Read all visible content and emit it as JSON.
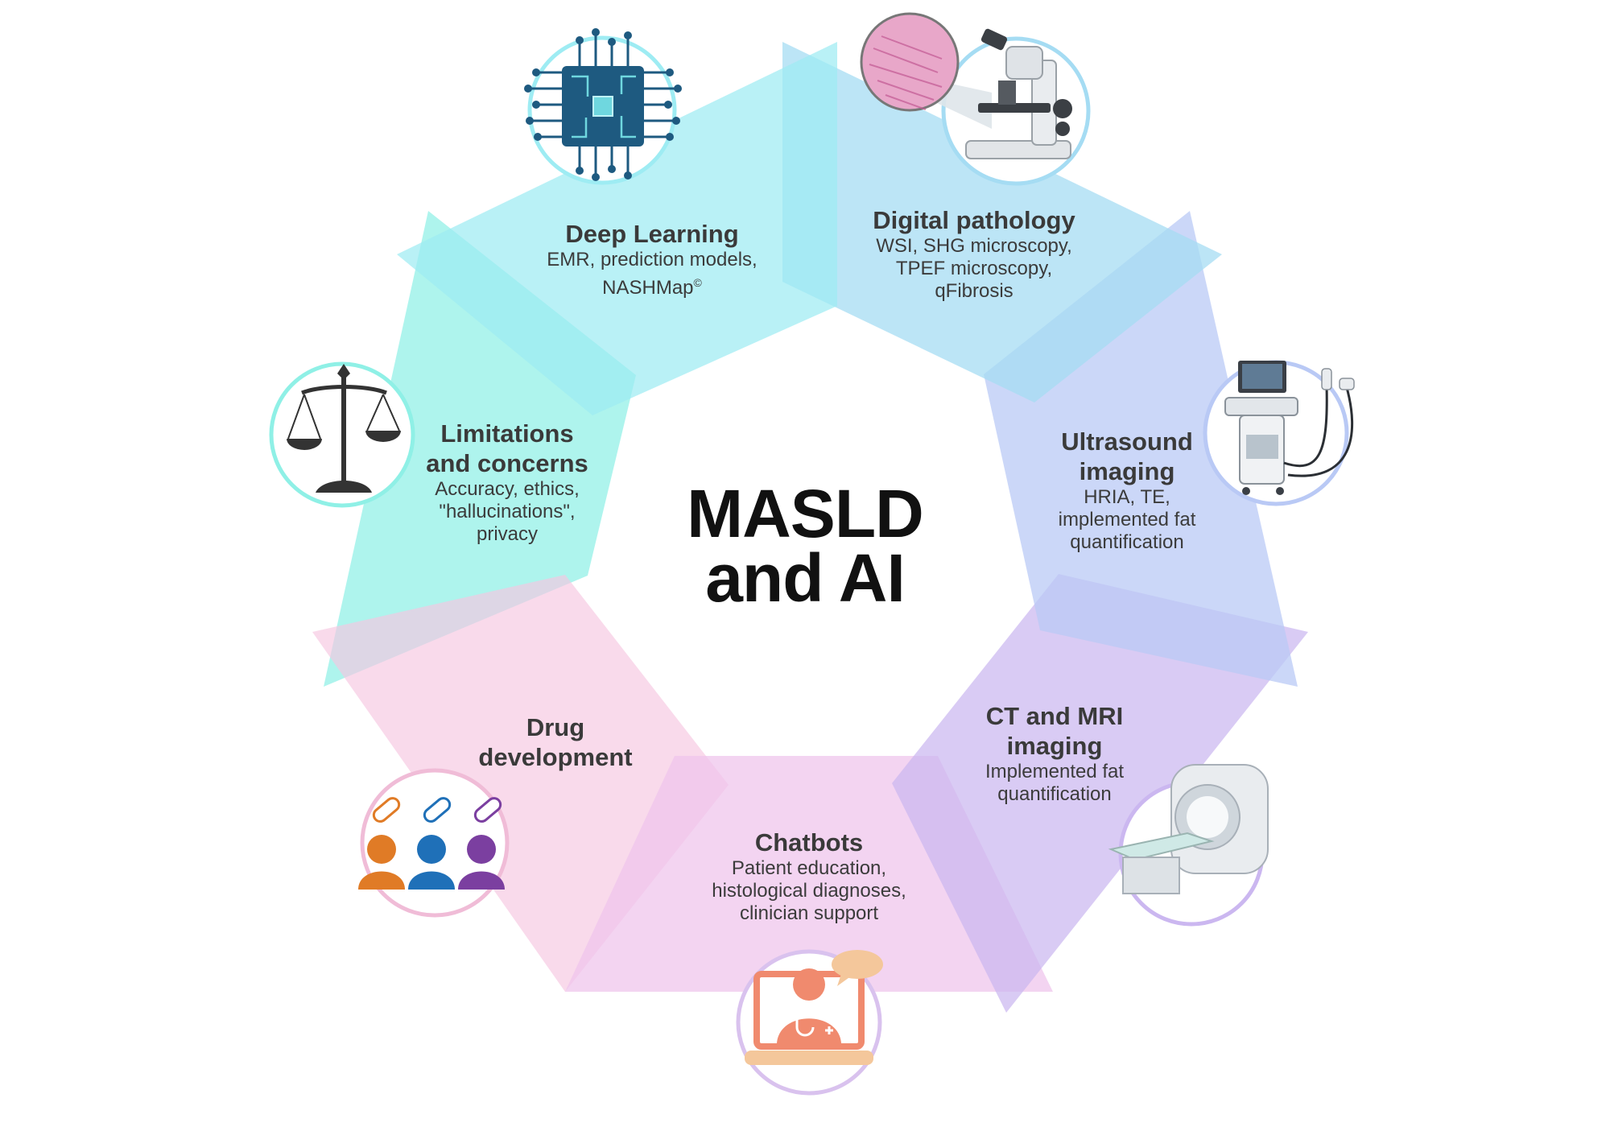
{
  "center": {
    "title": "MASLD\nand AI"
  },
  "colors": {
    "cyan": "#9eecf3",
    "teal": "#8ff0e6",
    "skyblue": "#a5dcf3",
    "periwinkle": "#b9c9f5",
    "lavender": "#cbb7f0",
    "orchid": "#eec4ec",
    "pink": "#f6c6e0"
  },
  "segments": [
    {
      "id": "deep-learning",
      "title": "Deep Learning",
      "desc": "EMR, prediction models,\nNASHMap",
      "desc_sup": "©",
      "icon": "circuit-chip-icon"
    },
    {
      "id": "digital-pathology",
      "title": "Digital pathology",
      "desc": "WSI, SHG microscopy,\nTPEF microscopy,\nqFibrosis",
      "icon": "microscope-icon"
    },
    {
      "id": "ultrasound",
      "title": "Ultrasound\nimaging",
      "desc": "HRIA, TE,\nimplemented fat\nquantification",
      "icon": "ultrasound-machine-icon"
    },
    {
      "id": "ct-mri",
      "title": "CT and MRI\nimaging",
      "desc": "Implemented fat\nquantification",
      "icon": "mri-scanner-icon"
    },
    {
      "id": "chatbots",
      "title": "Chatbots",
      "desc": "Patient education,\nhistological diagnoses,\nclinician support",
      "icon": "doctor-laptop-icon"
    },
    {
      "id": "drug-development",
      "title": "Drug\ndevelopment",
      "desc": "",
      "icon": "patients-pills-icon"
    },
    {
      "id": "limitations",
      "title": "Limitations\nand concerns",
      "desc": "Accuracy, ethics,\n\"hallucinations\",\nprivacy",
      "icon": "scales-icon"
    }
  ]
}
